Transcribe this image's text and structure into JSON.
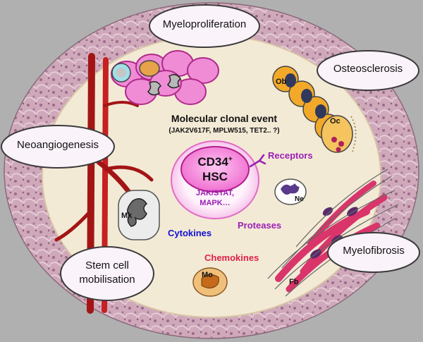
{
  "ovals": {
    "myeloproliferation": "Myeloproliferation",
    "osteosclerosis": "Osteosclerosis",
    "neoangiogenesis": "Neoangiogenesis",
    "myelofibrosis": "Myelofibrosis",
    "stem_cell_line1": "Stem cell",
    "stem_cell_line2": "mobilisation"
  },
  "center": {
    "event_title": "Molecular clonal event",
    "event_detail": "(JAK2V617F, MPLW515, TET2.. ?)",
    "cd34": "CD34",
    "cd34_sup": "+",
    "hsc": "HSC",
    "pathway_line1": "JAK/STAT,",
    "pathway_line2": "MAPK…",
    "receptors": "Receptors"
  },
  "factors": {
    "cytokines": "Cytokines",
    "proteases": "Proteases",
    "chemokines": "Chemokines"
  },
  "cells": {
    "ob": "Ob",
    "oc": "Oc",
    "ne": "Ne",
    "mk": "Mk",
    "mo": "Mo",
    "fb": "Fb"
  },
  "colors": {
    "background": "#b0b0b0",
    "tissue_ring": "#c9a3b3",
    "marrow": "#f3ead6",
    "hsc_pink": "#f07fd4",
    "purple_text": "#9a1fb5",
    "blue_text": "#1010d0",
    "red_text": "#e0204a",
    "vessel_red": "#a31515",
    "osteoblast_orange": "#f2a92a",
    "fibroblast_pink": "#d9356b"
  }
}
